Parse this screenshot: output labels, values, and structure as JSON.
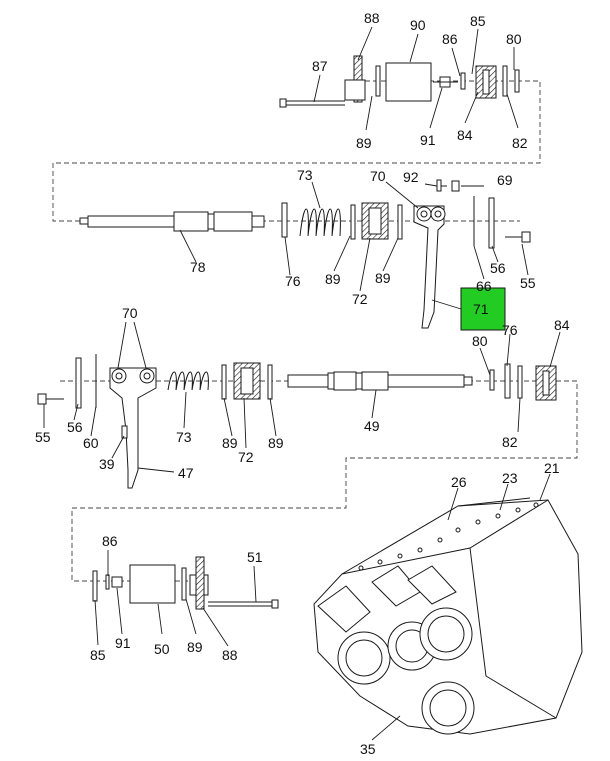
{
  "callouts": {
    "c88a": "88",
    "c90": "90",
    "c85a": "85",
    "c86a": "86",
    "c80a": "80",
    "c87": "87",
    "c89a": "89",
    "c91a": "91",
    "c84a": "84",
    "c82a": "82",
    "c92": "92",
    "c69": "69",
    "c73a": "73",
    "c70a": "70",
    "c78": "78",
    "c76a": "76",
    "c89b": "89",
    "c72a": "72",
    "c89c": "89",
    "c66": "66",
    "c56a": "56",
    "c55a": "55",
    "c71": "71",
    "c70b": "70",
    "c80b": "80",
    "c76b": "76",
    "c84b": "84",
    "c55b": "55",
    "c56b": "56",
    "c60": "60",
    "c73b": "73",
    "c89d": "89",
    "c72b": "72",
    "c89e": "89",
    "c49": "49",
    "c82b": "82",
    "c39": "39",
    "c47": "47",
    "c26": "26",
    "c23": "23",
    "c21": "21",
    "c86b": "86",
    "c51": "51",
    "c91b": "91",
    "c50": "50",
    "c89f": "89",
    "c88b": "88",
    "c85b": "85",
    "c35": "35"
  },
  "highlight_color": "#22cc22"
}
